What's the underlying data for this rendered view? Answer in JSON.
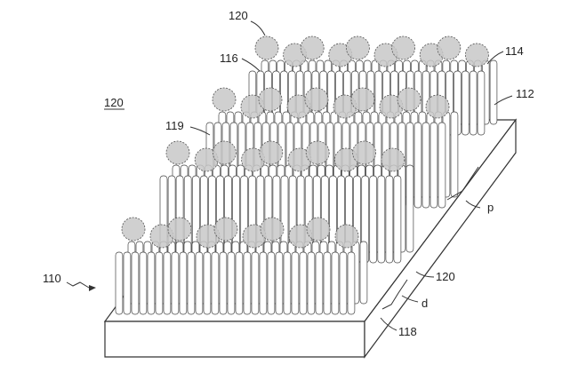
{
  "figure": {
    "labels": {
      "ref_120_top": "120",
      "ref_120_left": "120",
      "ref_120_right": "120",
      "ref_114": "114",
      "ref_116": "116",
      "ref_112": "112",
      "ref_119": "119",
      "ref_110": "110",
      "ref_p": "p",
      "ref_d": "d",
      "ref_118": "118"
    },
    "rows": [
      {
        "pillars": 30,
        "particles": 10
      },
      {
        "pillars": 30,
        "particles": 10
      },
      {
        "pillars": 30,
        "particles": 10
      },
      {
        "pillars": 30,
        "particles": 10
      }
    ]
  }
}
